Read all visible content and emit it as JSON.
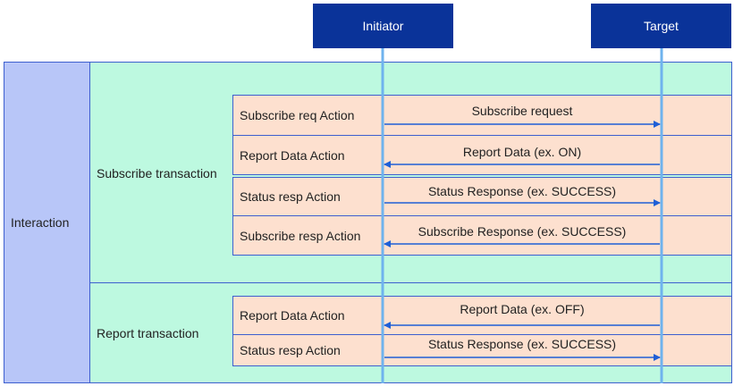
{
  "lanes": {
    "initiator": "Initiator",
    "target": "Target"
  },
  "interaction_label": "Interaction",
  "transactions": [
    {
      "label": "Subscribe transaction",
      "actions": [
        {
          "name": "Subscribe req Action",
          "message": "Subscribe request",
          "direction": "initiator-to-target"
        },
        {
          "name": "Report Data Action",
          "message": "Report Data (ex. ON)",
          "direction": "target-to-initiator"
        },
        {
          "name": "Status resp Action",
          "message": "Status Response (ex. SUCCESS)",
          "direction": "initiator-to-target"
        },
        {
          "name": "Subscribe resp Action",
          "message": "Subscribe Response (ex. SUCCESS)",
          "direction": "target-to-initiator"
        }
      ]
    },
    {
      "label": "Report transaction",
      "actions": [
        {
          "name": "Report Data Action",
          "message": "Report Data (ex. OFF)",
          "direction": "target-to-initiator"
        },
        {
          "name": "Status resp Action",
          "message": "Status Response (ex. SUCCESS)",
          "direction": "initiator-to-target"
        }
      ]
    }
  ],
  "colors": {
    "header": "#0a3399",
    "interaction": "#b8c6f8",
    "transaction": "#bdf9e0",
    "action": "#fde0cf",
    "border": "#3d5fcf",
    "lifeline": "#6fb3ee",
    "arrow": "#1f5fd6"
  }
}
